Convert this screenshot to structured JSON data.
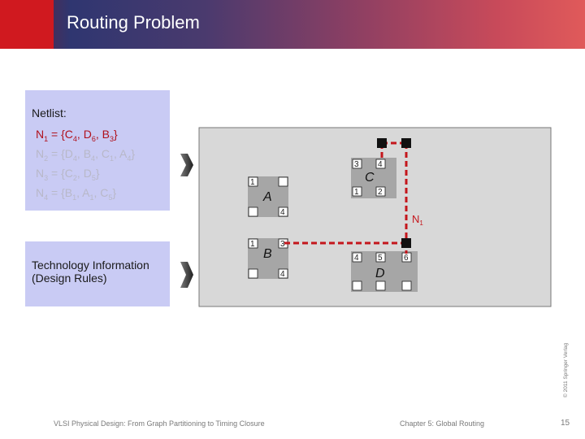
{
  "title": "Routing Problem",
  "netlist": {
    "heading": "Netlist:",
    "nets": [
      {
        "name": "N",
        "sub": "1",
        "eq": " = {",
        "t1": "C",
        "s1": "4",
        "t2": ", D",
        "s2": "6",
        "t3": ", B",
        "s3": "3",
        "t4": "",
        "s4": "",
        "close": "}"
      },
      {
        "name": "N",
        "sub": "2",
        "eq": " = {",
        "t1": "D",
        "s1": "4",
        "t2": ", B",
        "s2": "4",
        "t3": ", C",
        "s3": "1",
        "t4": ", A",
        "s4": "4",
        "close": "}"
      },
      {
        "name": "N",
        "sub": "3",
        "eq": " = {",
        "t1": "C",
        "s1": "2",
        "t2": ", D",
        "s2": "5",
        "t3": "",
        "s3": "",
        "t4": "",
        "s4": "",
        "close": "}"
      },
      {
        "name": "N",
        "sub": "4",
        "eq": " = {",
        "t1": "B",
        "s1": "1",
        "t2": ", A",
        "s2": "1",
        "t3": ", C",
        "s3": "5",
        "t4": "",
        "s4": "",
        "close": "}"
      }
    ]
  },
  "tech": {
    "line1": "Technology Information",
    "line2": "(Design Rules)"
  },
  "layout": {
    "cells": {
      "A": "A",
      "B": "B",
      "C": "C",
      "D": "D"
    },
    "pins": {
      "A1": "1",
      "A4": "4",
      "B1": "1",
      "B3": "3",
      "B4": "4",
      "C3": "3",
      "C4": "4",
      "C1": "1",
      "C2": "2",
      "D4": "4",
      "D5": "5",
      "D6": "6"
    },
    "net_label": "N",
    "net_label_sub": "1"
  },
  "footer": {
    "left": "VLSI Physical Design: From Graph Partitioning to Timing Closure",
    "middle": "Chapter 5: Global Routing",
    "page": "15",
    "copyright": "© 2011 Springer Verlag"
  },
  "colors": {
    "accent": "#d0191f",
    "panel": "#c9cbf4",
    "layout_bg": "#d8d8d8",
    "cell": "#a6a6a6"
  }
}
